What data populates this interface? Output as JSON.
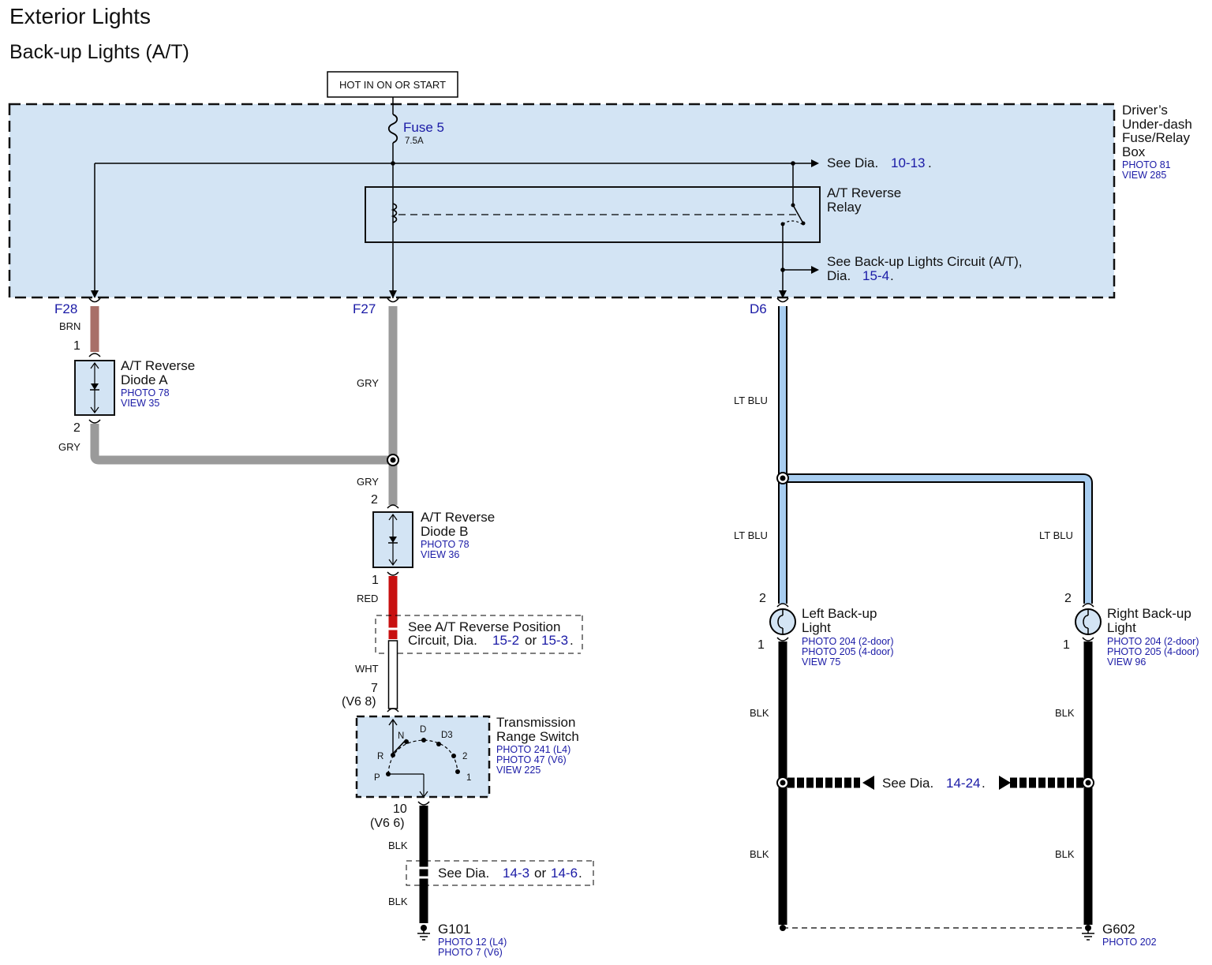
{
  "title": "Exterior Lights",
  "subtitle": "Back-up Lights (A/T)",
  "power_label": "HOT IN ON OR START",
  "fuse": {
    "name": "Fuse 5",
    "rating": "7.5A"
  },
  "fusebox": {
    "label_lines": [
      "Driver’s",
      "Under-dash",
      "Fuse/Relay",
      "Box"
    ],
    "photo": "PHOTO 81",
    "view": "VIEW 285"
  },
  "see_dia_top": {
    "prefix": "See  Dia.",
    "ref": "10-13",
    "suffix": "."
  },
  "relay": {
    "line1": "A/T Reverse",
    "line2": "Relay"
  },
  "see_backup": {
    "line1": "See Back-up Lights Circuit (A/T),",
    "prefix2": "Dia.",
    "ref": "15-4",
    "suffix": "."
  },
  "connectors": {
    "f28": "F28",
    "f27": "F27",
    "d6": "D6"
  },
  "wires": {
    "brn": "BRN",
    "gry1": "GRY",
    "gry2": "GRY",
    "gry3": "GRY",
    "red": "RED",
    "wht": "WHT",
    "ltblu1": "LT BLU",
    "ltblu2": "LT BLU",
    "ltblu3": "LT BLU",
    "blk1": "BLK",
    "blk2": "BLK",
    "blk3": "BLK",
    "blk4": "BLK",
    "blk5": "BLK",
    "blk6": "BLK"
  },
  "diode_a": {
    "line1": "A/T Reverse",
    "line2": "Diode A",
    "photo": "PHOTO 78",
    "view": "VIEW 35",
    "pin_top": "1",
    "pin_bottom": "2"
  },
  "diode_b": {
    "line1": "A/T Reverse",
    "line2": "Diode B",
    "photo": "PHOTO 78",
    "view": "VIEW 36",
    "pin_top": "2",
    "pin_bottom": "1"
  },
  "see_position": {
    "line1": "See A/T Reverse Position",
    "prefix2": "Circuit,  Dia.",
    "ref1": "15-2",
    "mid": "or",
    "ref2": "15-3",
    "suffix": "."
  },
  "trs": {
    "pin_top": "7",
    "pin_top_alt": "(V6 8)",
    "line1": "Transmission",
    "line2": "Range Switch",
    "photo1": "PHOTO 241 (L4)",
    "photo2": "PHOTO 47 (V6)",
    "view": "VIEW 225",
    "positions": [
      "N",
      "D",
      "D3",
      "R",
      "2",
      "P",
      "1"
    ],
    "pin_bottom": "10",
    "pin_bottom_alt": "(V6 6)"
  },
  "see_ground_left": {
    "prefix": "See Dia.",
    "ref1": "14-3",
    "mid": "or",
    "ref2": "14-6",
    "suffix": "."
  },
  "g101": {
    "name": "G101",
    "photo1": "PHOTO 12 (L4)",
    "photo2": "PHOTO 7 (V6)"
  },
  "left_light": {
    "line1": "Left Back-up",
    "line2": "Light",
    "photo1": "PHOTO 204 (2-door)",
    "photo2": "PHOTO 205 (4-door)",
    "view": "VIEW 75",
    "pin_top": "2",
    "pin_bottom": "1"
  },
  "right_light": {
    "line1": "Right Back-up",
    "line2": "Light",
    "photo1": "PHOTO 204 (2-door)",
    "photo2": "PHOTO 205 (4-door)",
    "view": "VIEW 96",
    "pin_top": "2",
    "pin_bottom": "1"
  },
  "see_dia_bottom": {
    "prefix": "See Dia.",
    "ref": "14-24",
    "suffix": "."
  },
  "g602": {
    "name": "G602",
    "photo": "PHOTO 202"
  },
  "colors": {
    "box_fill": "#d3e4f4",
    "blue_text": "#1a1aa6",
    "brn": "#a86f68",
    "gry": "#9a9a9a",
    "red": "#c81010",
    "ltblu": "#a8cdf0",
    "blk": "#000000"
  }
}
